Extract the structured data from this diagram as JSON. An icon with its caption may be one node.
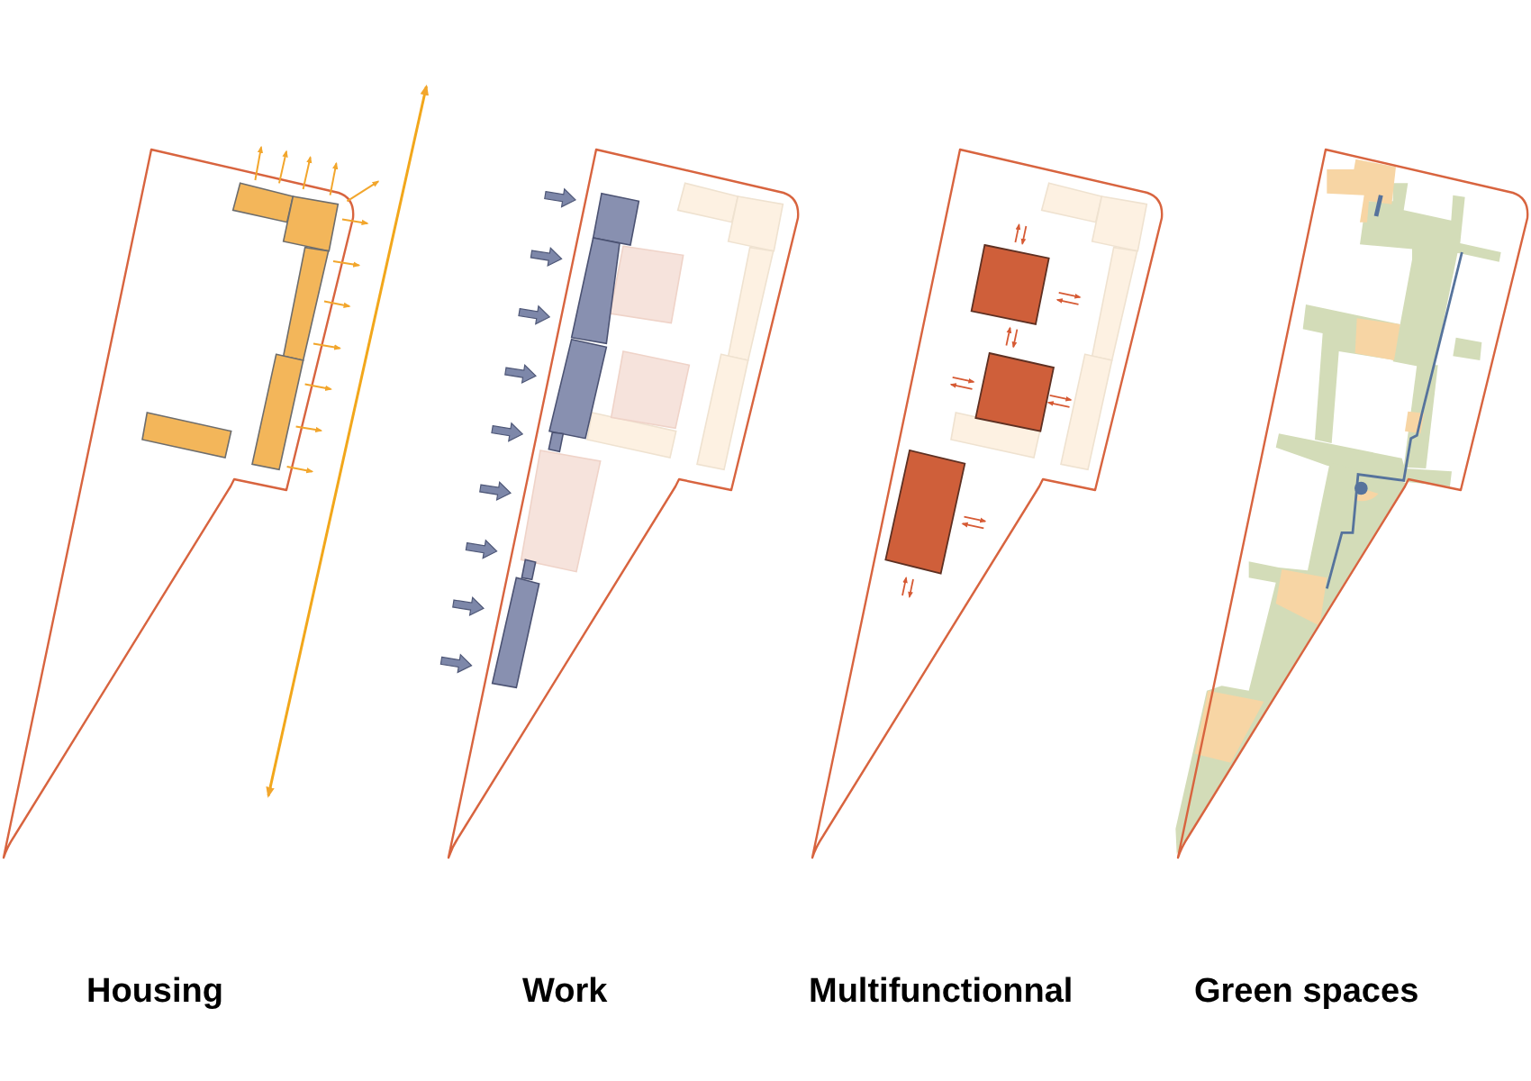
{
  "diagram": {
    "labels": [
      "Housing",
      "Work",
      "Multifunctionnal",
      "Green spaces"
    ]
  }
}
